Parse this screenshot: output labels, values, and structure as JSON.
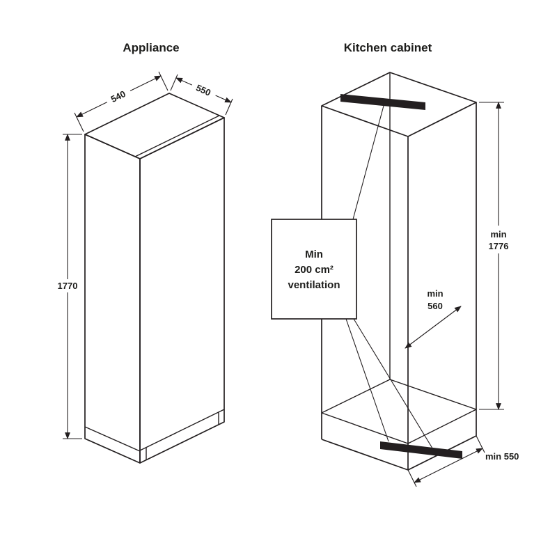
{
  "colors": {
    "line": "#231f20",
    "background": "#ffffff"
  },
  "appliance": {
    "title": "Appliance",
    "width_label": "540",
    "depth_label": "550",
    "height_label": "1770"
  },
  "cabinet": {
    "title": "Kitchen cabinet",
    "vent_note": {
      "l1": "Min",
      "l2": "200 cm²",
      "l3": "ventilation"
    },
    "height_label": {
      "l1": "min",
      "l2": "1776"
    },
    "width_label": {
      "l1": "min",
      "l2": "560"
    },
    "depth_label": "min 550"
  }
}
